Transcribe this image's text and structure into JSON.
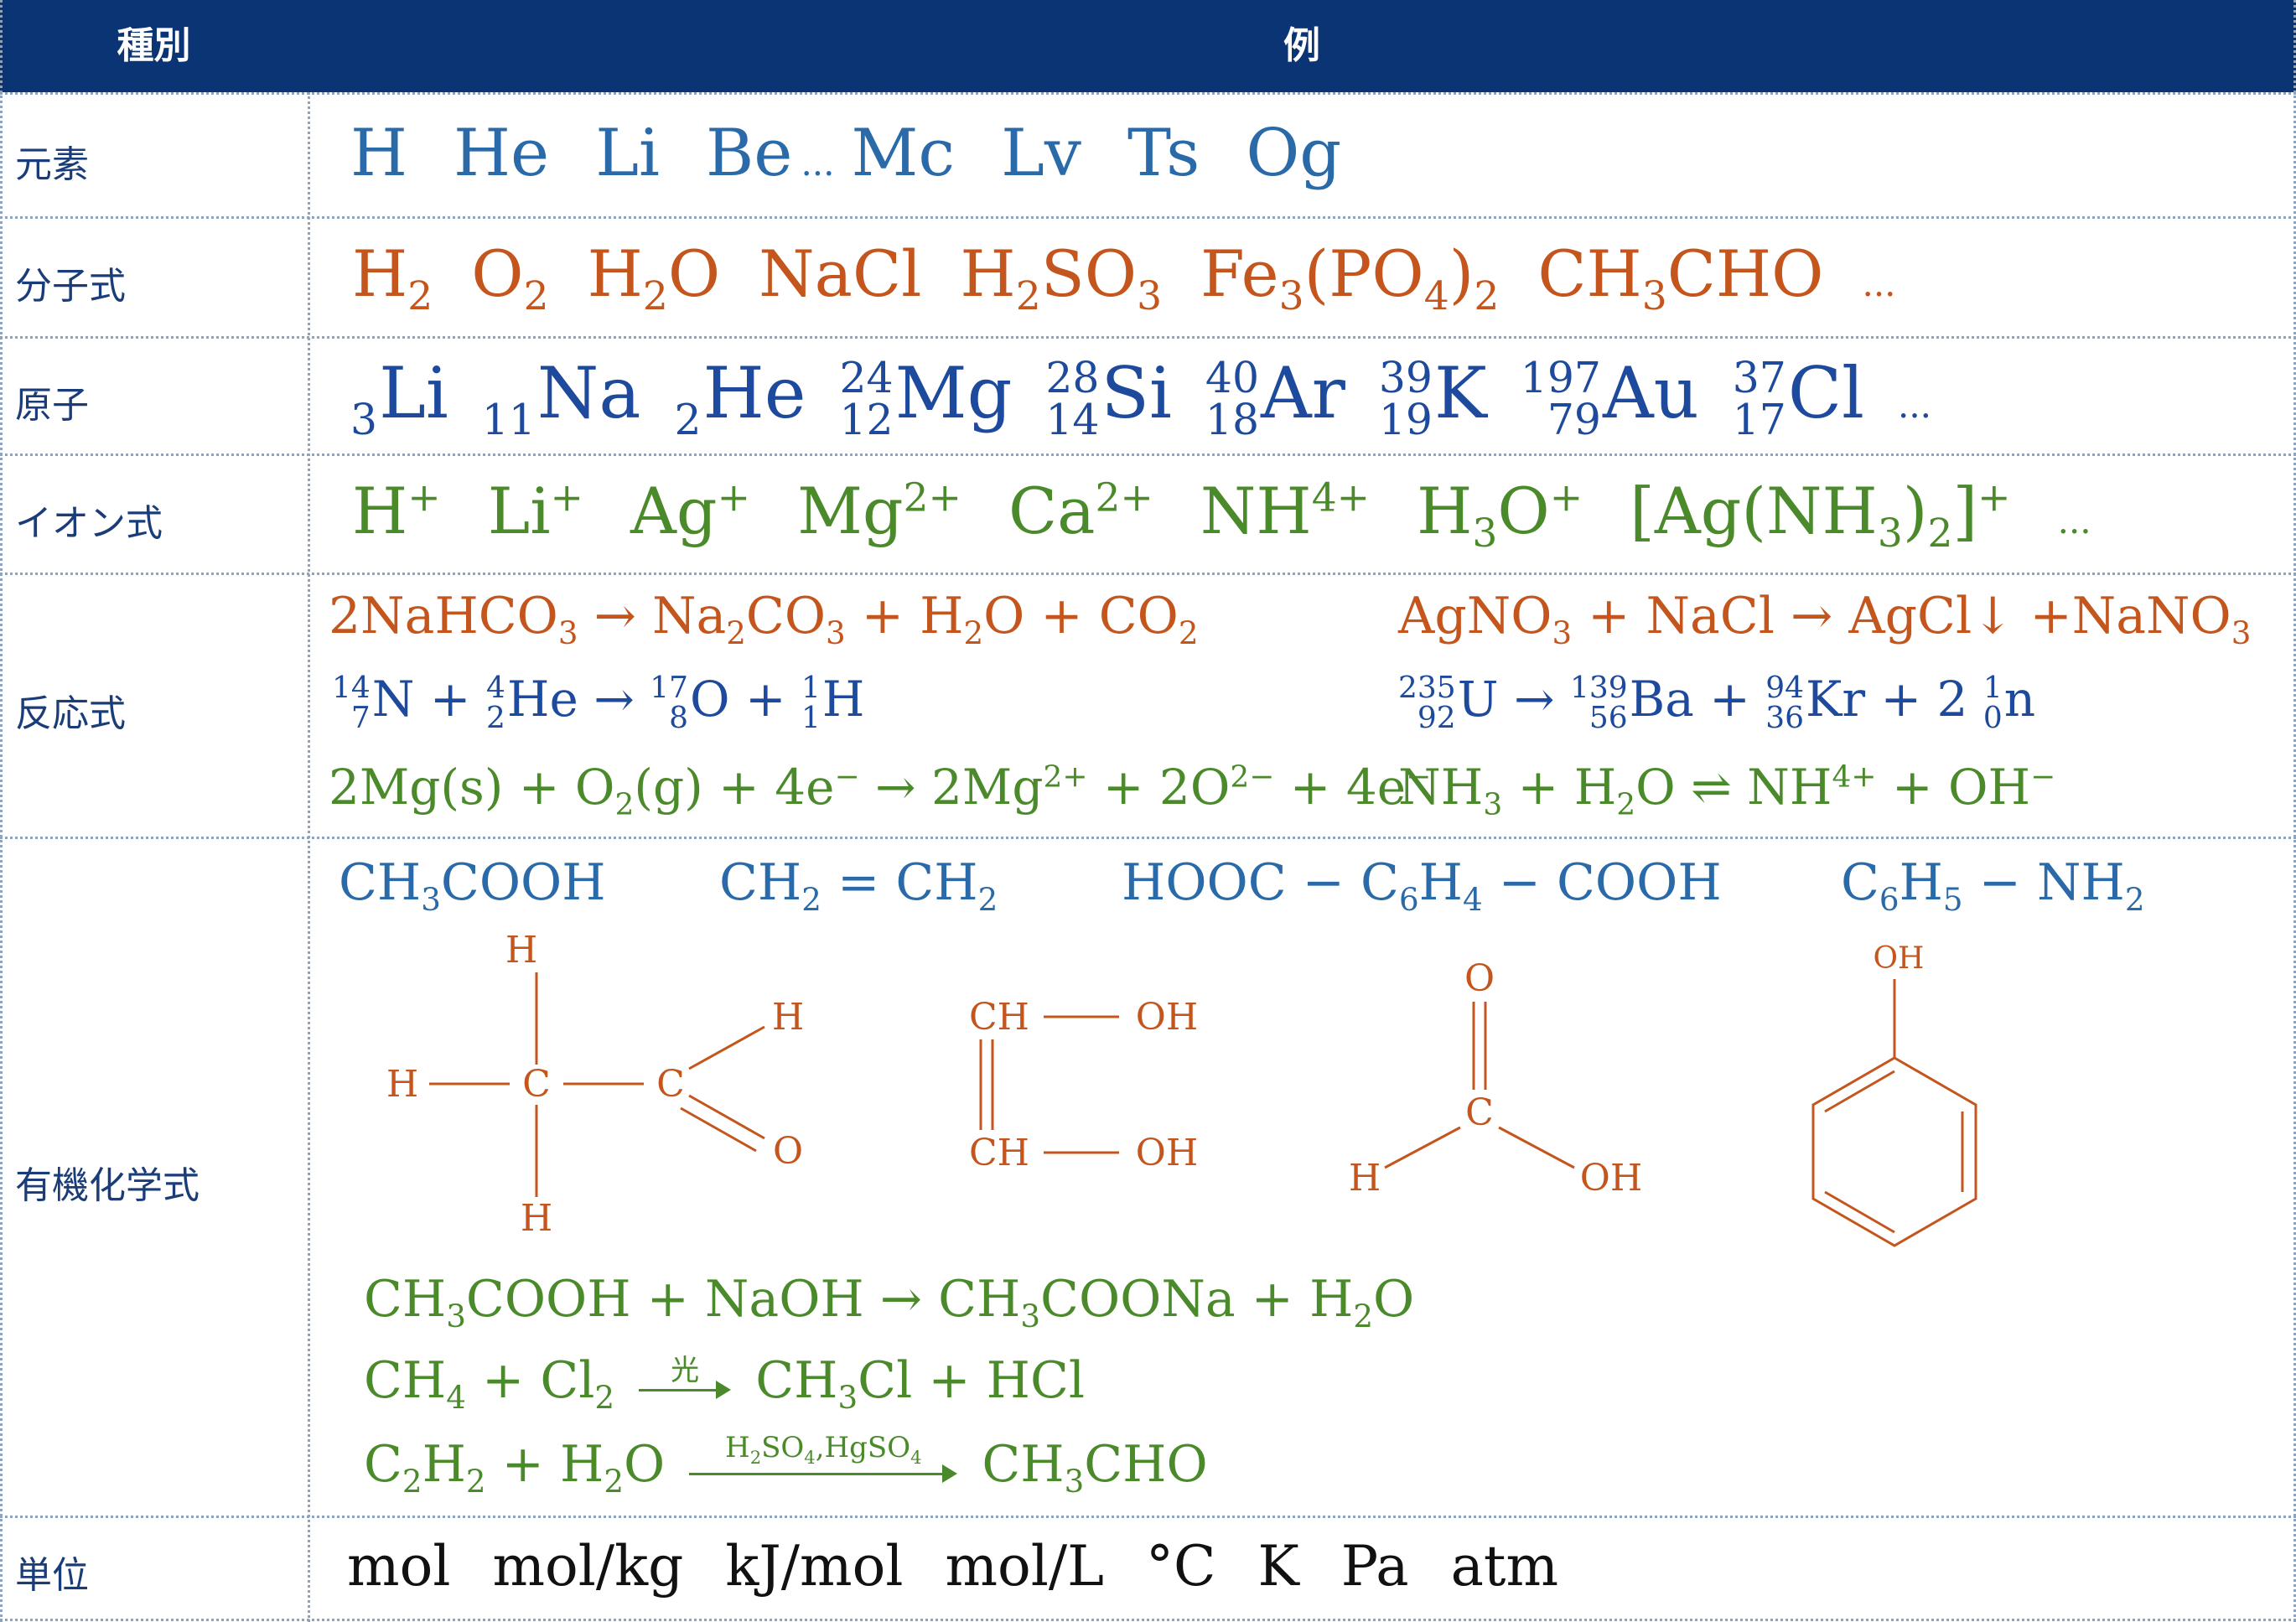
{
  "header": {
    "col_type": "種別",
    "col_example": "例"
  },
  "rows": {
    "element": {
      "label": "元素",
      "items": [
        "H",
        "He",
        "Li",
        "Be",
        "...",
        "Mc",
        "Lv",
        "Ts",
        "Og"
      ]
    },
    "molecular": {
      "label": "分子式",
      "items": [
        "H2",
        "O2",
        "H2O",
        "NaCl",
        "H2SO3",
        "Fe3(PO4)2",
        "CH3CHO",
        "..."
      ]
    },
    "atom": {
      "label": "原子",
      "items": [
        {
          "sym": "Li",
          "mass": "",
          "z": "3"
        },
        {
          "sym": "Na",
          "mass": "",
          "z": "11"
        },
        {
          "sym": "He",
          "mass": "",
          "z": "2"
        },
        {
          "sym": "Mg",
          "mass": "24",
          "z": "12"
        },
        {
          "sym": "Si",
          "mass": "28",
          "z": "14"
        },
        {
          "sym": "Ar",
          "mass": "40",
          "z": "18"
        },
        {
          "sym": "K",
          "mass": "39",
          "z": "19"
        },
        {
          "sym": "Au",
          "mass": "197",
          "z": "79"
        },
        {
          "sym": "Cl",
          "mass": "37",
          "z": "17"
        }
      ],
      "ellipsis": "..."
    },
    "ion": {
      "label": "イオン式",
      "items": [
        "H+",
        "Li+",
        "Ag+",
        "Mg2+",
        "Ca2+",
        "NH4+",
        "H3O+",
        "[Ag(NH3)2]+",
        "..."
      ]
    },
    "reaction": {
      "label": "反応式",
      "equations": [
        "2NaHCO3 → Na2CO3 + H2O + CO2",
        "AgNO3 + NaCl → AgCl↓ +NaNO3",
        "14/7N + 4/2He → 17/8O + 1/1H",
        "235/92U → 139/56Ba + 94/36Kr + 2 1/0n",
        "2Mg(s) + O2(g) + 4e− → 2Mg2+ + 2O2− + 4e−",
        "NH3 + H2O ⇌ NH4+ + OH−"
      ]
    },
    "organic": {
      "label": "有機化学式",
      "rational": [
        "CH3COOH",
        "CH2 = CH2",
        "HOOC − C6H4 − COOH",
        "C6H5 − NH2"
      ],
      "structures": {
        "acetaldehyde": [
          "H",
          "H",
          "C",
          "C",
          "H",
          "O",
          "H"
        ],
        "diol": [
          "CH",
          "OH",
          "CH",
          "OH"
        ],
        "formic": [
          "O",
          "C",
          "H",
          "OH"
        ],
        "phenol": [
          "OH"
        ]
      },
      "equations": [
        "CH3COOH + NaOH → CH3COONa + H2O",
        "CH4 + Cl2 →(光) CH3Cl + HCl",
        "C2H2 + H2O →(H2SO4,HgSO4) CH3CHO"
      ],
      "arrow_labels": [
        "光",
        "H2SO4,HgSO4"
      ]
    },
    "unit": {
      "label": "単位",
      "items": [
        "mol",
        "mol/kg",
        "kJ/mol",
        "mol/L",
        "°C",
        "K",
        "Pa",
        "atm"
      ]
    }
  },
  "colors": {
    "header_bg": "#0b3474",
    "blue": "#2a6aa8",
    "dark_blue": "#1d4a9c",
    "orange": "#c4561d",
    "green": "#4a8a2a"
  }
}
